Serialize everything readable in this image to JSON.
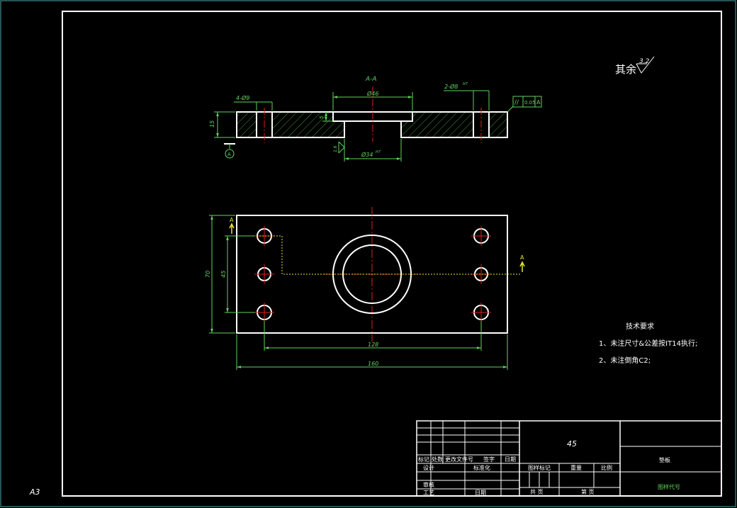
{
  "sheet": {
    "size_label": "A3",
    "roughness": {
      "prefix": "其余",
      "value": "3.2"
    }
  },
  "section_view": {
    "title": "A-A",
    "dims": {
      "holes_small": "4-Ø9",
      "bore_top": "Ø46",
      "holes_pin": "2-Ø8",
      "holes_pin_tol": "H7",
      "bore_bottom": "Ø34",
      "bore_bottom_tol": "H7",
      "thickness": "15",
      "step_depth": "5",
      "roughness_mark": "1.6"
    },
    "tolerance": {
      "symbol": "//",
      "value": "0.05",
      "datum": "A"
    },
    "datum_label": "A"
  },
  "plan_view": {
    "cut_label_left": "A",
    "cut_label_right": "A",
    "dims": {
      "width_total": "160",
      "hole_pitch_x": "128",
      "height_total": "70",
      "hole_pitch_y": "45"
    }
  },
  "notes": {
    "title": "技术要求",
    "items": [
      "1、未注尺寸&公差按IT14执行;",
      "2、未注倒角C2;"
    ]
  },
  "title_block": {
    "material": "45",
    "part_name": "垫板",
    "drawing_no": "图样代号",
    "revision_headers": [
      "标记",
      "处数",
      "更改文件号",
      "签字",
      "日期"
    ],
    "row_design": "设计",
    "row_standardize": "标准化",
    "row_review": "审核",
    "row_process": "工艺",
    "row_date": "日期",
    "stage_mark": "图样标记",
    "weight": "重量",
    "scale": "比例",
    "total_sheets": "共    页",
    "sheet_no": "第    页"
  }
}
